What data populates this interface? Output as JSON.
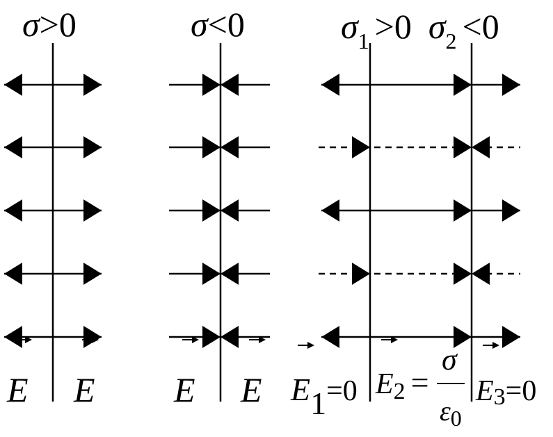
{
  "panels": [
    {
      "title": {
        "symbol": "σ",
        "relation": ">0"
      },
      "labels": {
        "left": "E",
        "right": "E"
      }
    },
    {
      "title": {
        "symbol": "σ",
        "relation": "<0"
      },
      "labels": {
        "left": "E",
        "right": "E"
      }
    },
    {
      "title": {
        "sigma1": "σ",
        "sub1": "1",
        "rel1": ">0",
        "sigma2": "σ",
        "sub2": "2",
        "rel2": "<0"
      },
      "labels": {
        "e1": "E",
        "e1_sub": "1",
        "e1_val": "=0",
        "e2": "E",
        "e2_sub": "2",
        "e2_eq": "=",
        "frac_num": "σ",
        "frac_den": "ε",
        "frac_den_sub": "0",
        "e3": "E",
        "e3_sub": "3",
        "e3_val": "=0"
      }
    }
  ],
  "colors": {
    "ink": "#000000",
    "background": "#ffffff"
  }
}
